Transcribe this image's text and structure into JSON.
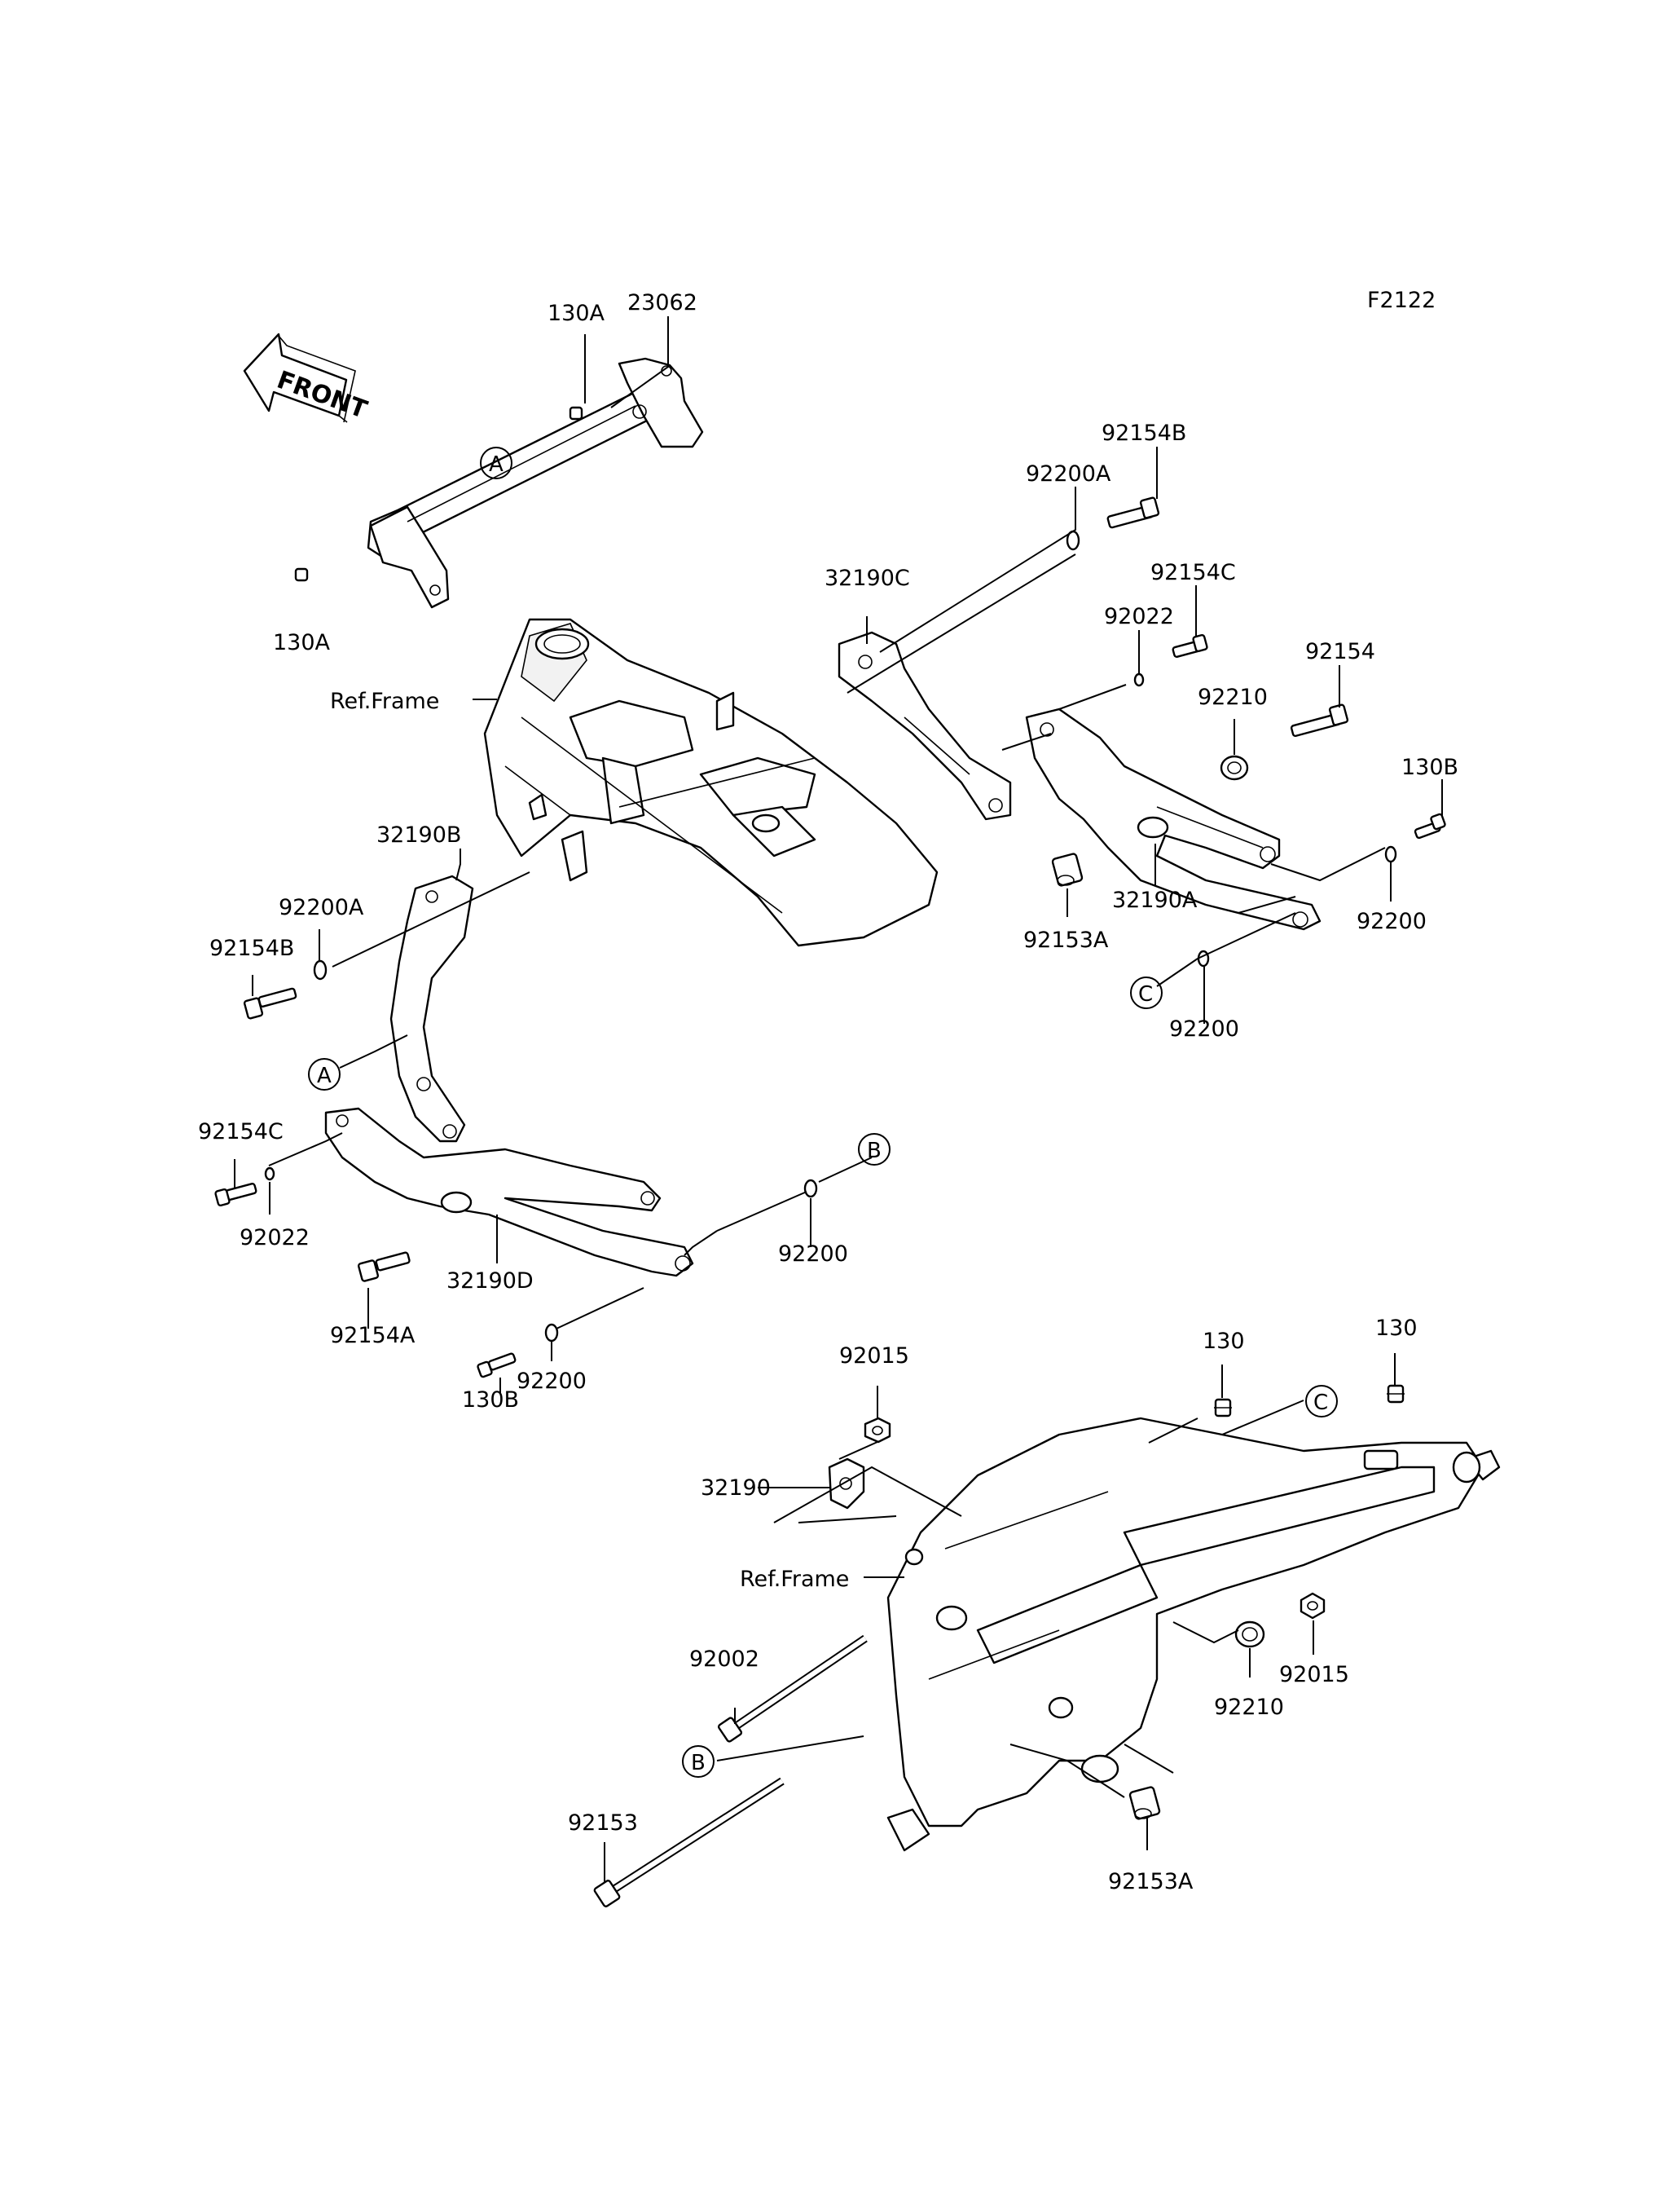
{
  "diagram_code": "F2122",
  "front_label": "FRONT",
  "ref_frame_label": "Ref.Frame",
  "part_labels": [
    "23062",
    "130A",
    "130A",
    "92154B",
    "92200A",
    "32190C",
    "92154C",
    "92022",
    "92154",
    "92210",
    "130B",
    "32190B",
    "92200A",
    "92154B",
    "92153A",
    "32190A",
    "92200",
    "92200",
    "92154C",
    "92022",
    "32190D",
    "92154A",
    "92200",
    "130B",
    "92200",
    "92015",
    "32190",
    "92002",
    "92153",
    "130",
    "130",
    "92015",
    "92210",
    "92153A"
  ],
  "circle_markers": [
    "A",
    "A",
    "B",
    "B",
    "C",
    "C"
  ]
}
